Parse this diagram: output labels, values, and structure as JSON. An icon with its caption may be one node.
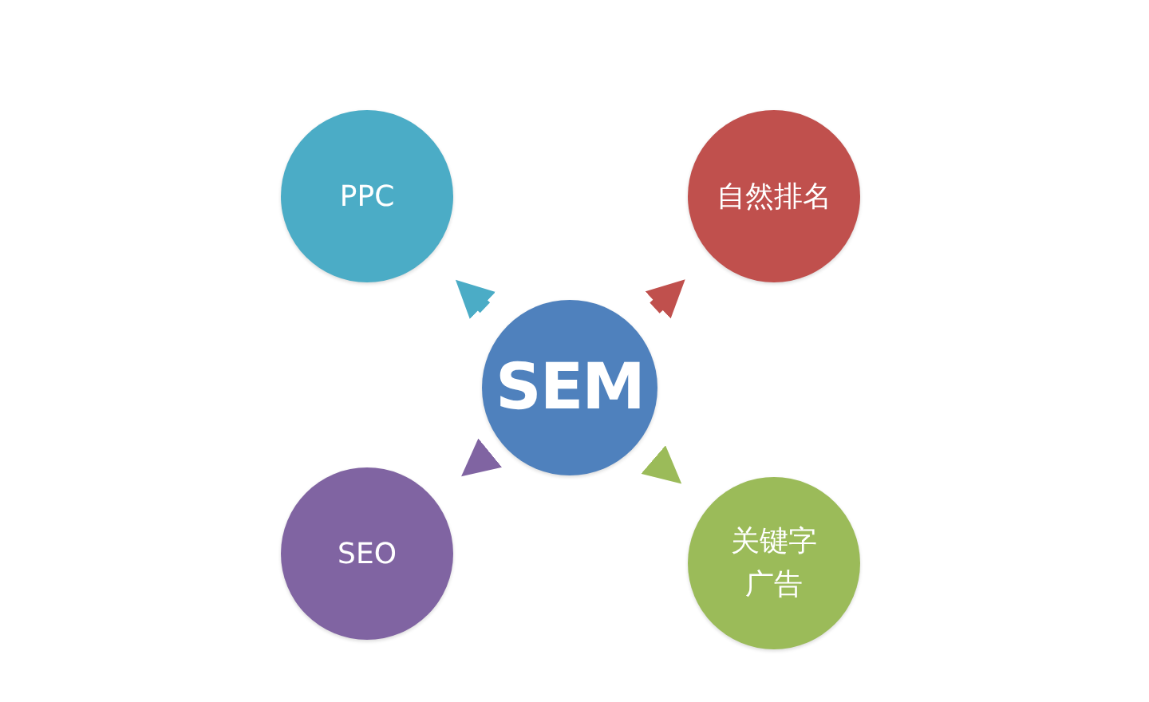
{
  "diagram": {
    "nodes": [
      {
        "text": [
          "PPC"
        ]
      },
      {
        "text": [
          "自然排名"
        ]
      },
      {
        "text": [
          "SEM"
        ]
      },
      {
        "text": [
          "SEO"
        ]
      },
      {
        "text": [
          "关键字广告"
        ]
      }
    ],
    "edges": [
      {
        "from": 2,
        "to": 0,
        "arrow": "to",
        "color": "#4bacc6"
      },
      {
        "from": 2,
        "to": 1,
        "arrow": "to",
        "color": "#c0504d"
      },
      {
        "from": 2,
        "to": 3,
        "arrow": "to",
        "color": "#8064a2"
      },
      {
        "from": 2,
        "to": 4,
        "arrow": "to",
        "color": "#9bbb59"
      }
    ]
  }
}
